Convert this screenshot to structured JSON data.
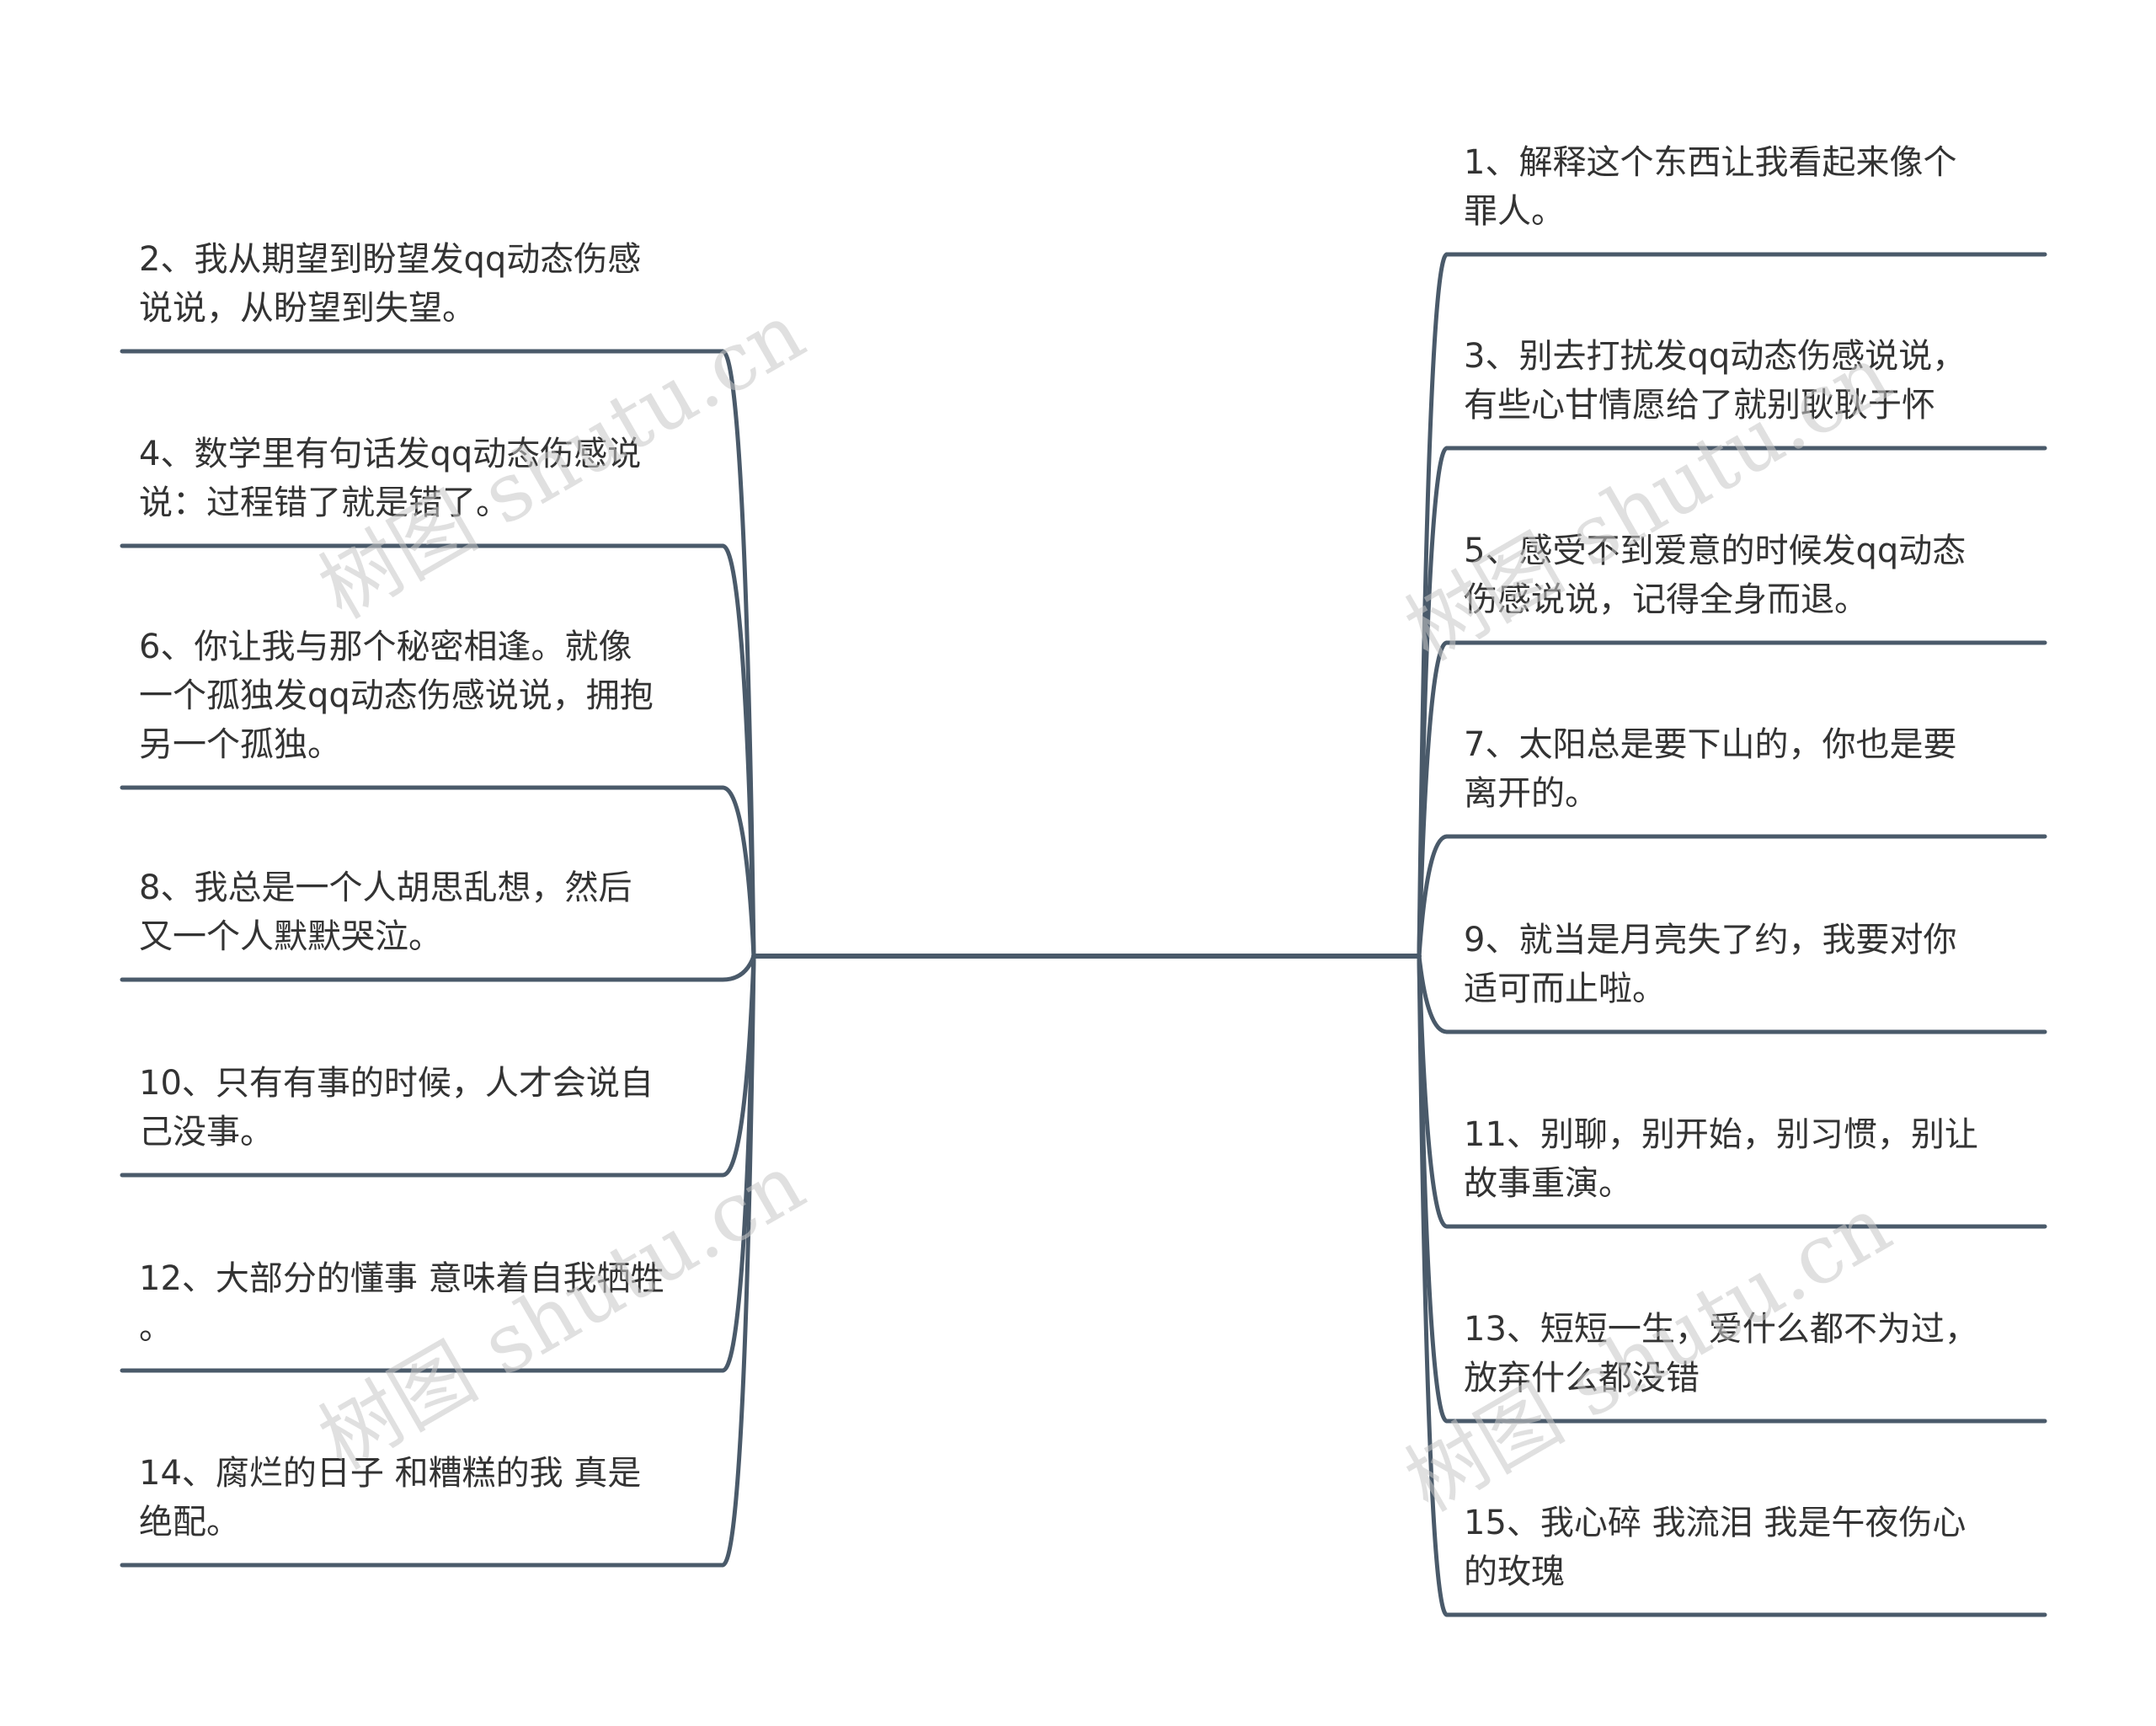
{
  "colors": {
    "line": "#4a5a6a",
    "text": "#333333",
    "watermark": "#c8c8c8",
    "background": "#ffffff"
  },
  "watermark": "树图 shutu.cn",
  "left_items": [
    {
      "id": 2,
      "lines": [
        "2、我从期望到盼望发qq动态伤感",
        "说说，从盼望到失望。"
      ]
    },
    {
      "id": 4,
      "lines": [
        "4、数学里有句话发qq动态伤感说",
        "说：过程错了就是错了。"
      ]
    },
    {
      "id": 6,
      "lines": [
        "6、你让我与那个秘密相逢。就像",
        "一个孤独发qq动态伤感说说，拥抱",
        "另一个孤独。"
      ]
    },
    {
      "id": 8,
      "lines": [
        "8、我总是一个人胡思乱想，然后",
        "又一个人默默哭泣。"
      ]
    },
    {
      "id": 10,
      "lines": [
        "10、只有有事的时候，人才会说自",
        "己没事。"
      ]
    },
    {
      "id": 12,
      "lines": [
        "12、大部分的懂事 意味着自我牺牲",
        "。"
      ]
    },
    {
      "id": 14,
      "lines": [
        "14、腐烂的日子 和糟糕的我 真是",
        "绝配。"
      ]
    }
  ],
  "right_items": [
    {
      "id": 1,
      "lines": [
        "1、解释这个东西让我看起来像个",
        "罪人。"
      ]
    },
    {
      "id": 3,
      "lines": [
        "3、别去打扰发qq动态伤感说说，",
        "有些心甘情愿给了就别耿耿于怀"
      ]
    },
    {
      "id": 5,
      "lines": [
        "5、感受不到爱意的时候发qq动态",
        "伤感说说，记得全身而退。"
      ]
    },
    {
      "id": 7,
      "lines": [
        "7、太阳总是要下山的，你也是要",
        "离开的。"
      ]
    },
    {
      "id": 9,
      "lines": [
        "9、就当是月亮失了约，我要对你",
        "适可而止啦。"
      ]
    },
    {
      "id": 11,
      "lines": [
        "11、别聊，别开始，别习惯，别让",
        "故事重演。"
      ]
    },
    {
      "id": 13,
      "lines": [
        "13、短短一生，爱什么都不为过，",
        "放弃什么都没错"
      ]
    },
    {
      "id": 15,
      "lines": [
        "15、我心碎 我流泪 我是午夜伤心",
        "的玫瑰"
      ]
    }
  ]
}
